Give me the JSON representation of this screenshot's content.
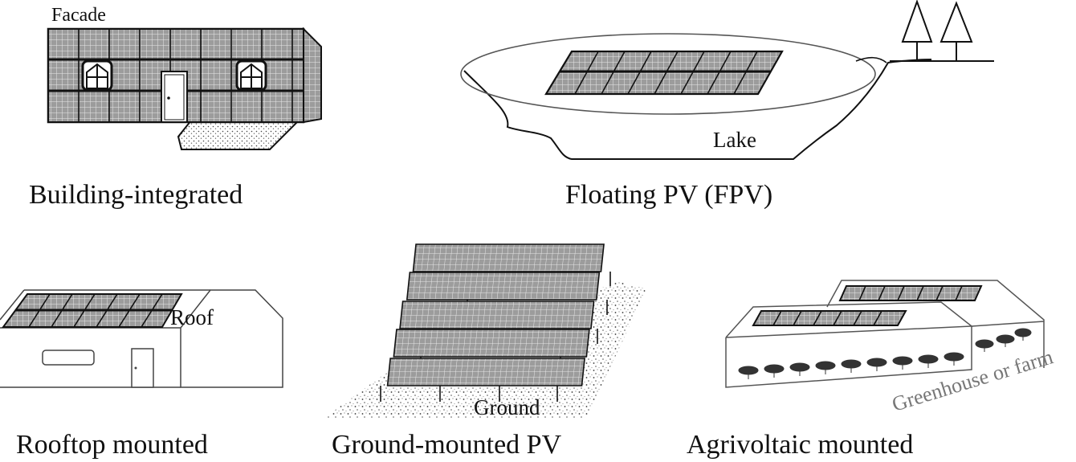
{
  "labels": {
    "facade": "Facade",
    "lake": "Lake",
    "roof": "Roof",
    "ground": "Ground",
    "greenhouse": "Greenhouse or farm"
  },
  "captions": {
    "building": "Building-integrated",
    "floating": "Floating PV (FPV)",
    "rooftop": "Rooftop mounted",
    "ground": "Ground-mounted PV",
    "agrivoltaic": "Agrivoltaic mounted"
  },
  "colors": {
    "ink": "#111111",
    "panel_fill": "#9c9c9c",
    "panel_grid": "#e6e6e6",
    "annotation_gray": "#777777"
  }
}
